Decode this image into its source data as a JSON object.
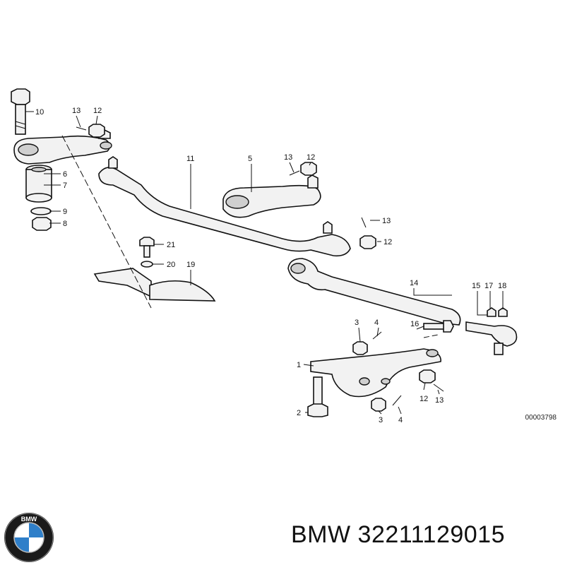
{
  "diagram": {
    "drawing_number": "00003798",
    "callouts": {
      "c10": "10",
      "c13a": "13",
      "c12a": "12",
      "c6": "6",
      "c7": "7",
      "c9": "9",
      "c8": "8",
      "c11": "11",
      "c5": "5",
      "c13b": "13",
      "c12b": "12",
      "c13c": "13",
      "c12c": "12",
      "c21": "21",
      "c20": "20",
      "c19": "19",
      "c14": "14",
      "c15": "15",
      "c17": "17",
      "c18": "18",
      "c3a": "3",
      "c4a": "4",
      "c16": "16",
      "c1": "1",
      "c2": "2",
      "c12d": "12",
      "c13d": "13",
      "c3b": "3",
      "c4b": "4"
    }
  },
  "caption": {
    "brand": "BMW",
    "part_number": "32211129015"
  },
  "logo": {
    "letters": "BMW",
    "colors": {
      "blue": "#2f7fc9",
      "white": "#ffffff",
      "ring": "#1a1a1a"
    }
  }
}
